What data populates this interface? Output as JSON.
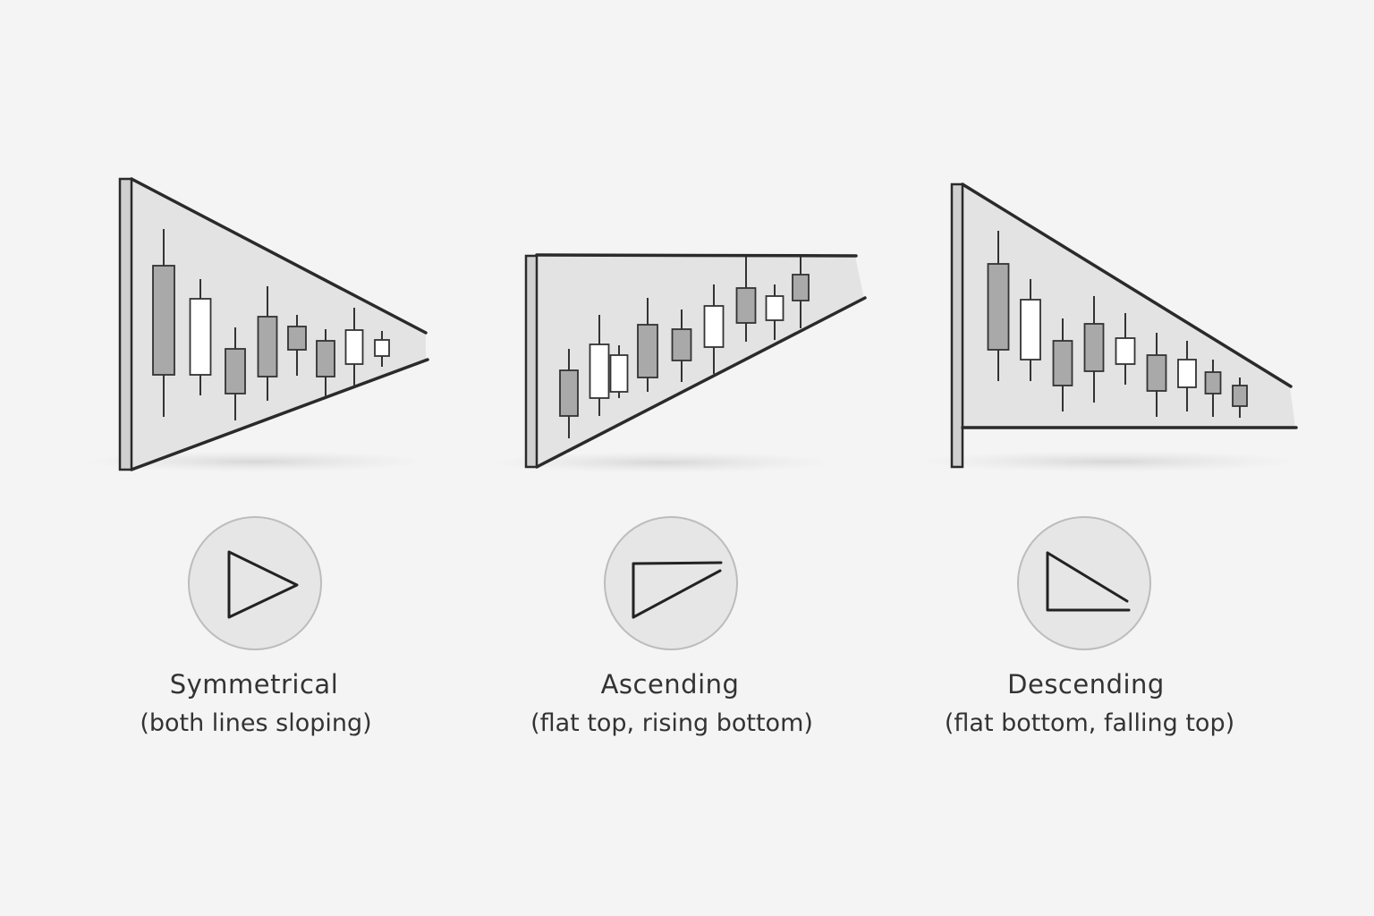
{
  "colors": {
    "background": "#f4f4f4",
    "line": "#2a2a2a",
    "fill": "#e3e3e3",
    "candle_dark": "#a9a9a9",
    "candle_light": "#ffffff",
    "icon_circle": "#e6e6e6",
    "icon_border": "#bcbcbc",
    "text": "#333333"
  },
  "panels": [
    {
      "id": "symmetrical",
      "title": "Symmetrical",
      "subtitle": "(both lines sloping)",
      "icon": "symmetrical-triangle-icon"
    },
    {
      "id": "ascending",
      "title": "Ascending",
      "subtitle": "(flat top, rising bottom)",
      "icon": "ascending-triangle-icon"
    },
    {
      "id": "descending",
      "title": "Descending",
      "subtitle": "(flat bottom, falling top)",
      "icon": "descending-triangle-icon"
    }
  ]
}
